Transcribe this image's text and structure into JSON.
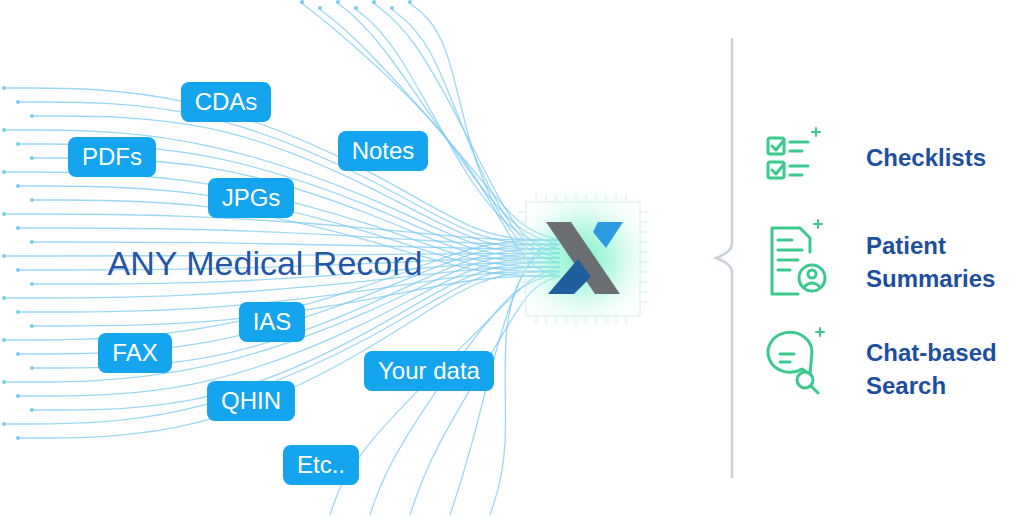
{
  "diagram": {
    "nodes": [
      {
        "text": [
          "CDAs"
        ]
      },
      {
        "text": [
          "Notes"
        ]
      },
      {
        "text": [
          "PDFs"
        ]
      },
      {
        "text": [
          "JPGs"
        ]
      },
      {
        "text": [
          "IAS"
        ]
      },
      {
        "text": [
          "FAX"
        ]
      },
      {
        "text": [
          "Your data"
        ]
      },
      {
        "text": [
          "QHIN"
        ]
      },
      {
        "text": [
          "Etc.."
        ]
      }
    ],
    "labels": [
      "ANY Medical Record",
      "Checklists",
      "Patient Summaries",
      "Chat-based Search"
    ]
  }
}
